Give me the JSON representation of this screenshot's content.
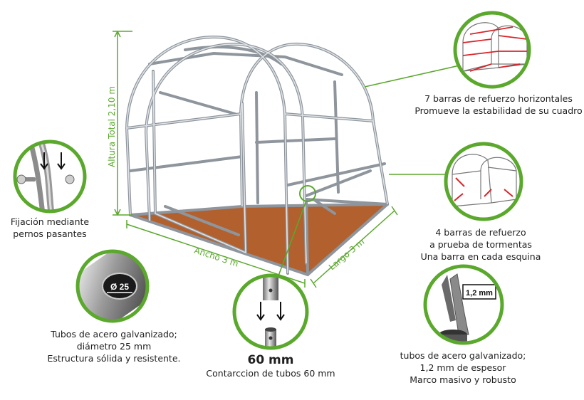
{
  "dimensions": {
    "height_label": "Altura Total 2,10 m",
    "width_label": "Ancho 3 m",
    "length_label": "Largo 3 m"
  },
  "features": {
    "horizontal_bars": {
      "line1": "7 barras de refuerzo horizontales",
      "line2": "Promueve la estabilidad de su cuadro"
    },
    "storm_bars": {
      "line1": "4 barras de refuerzo",
      "line2": "a prueba de tormentas",
      "line3": "Una barra en cada esquina"
    },
    "bolts": {
      "line1": "Fijación mediante",
      "line2": "pernos pasantes"
    },
    "tube_diameter": {
      "badge": "Ø 25",
      "line1": "Tubos de acero galvanizado;",
      "line2": "diámetro 25 mm",
      "line3": "Estructura sólida y resistente."
    },
    "contraction": {
      "title": "60 mm",
      "line1": "Contarccion de tubos 60 mm"
    },
    "thickness": {
      "badge": "1,2 mm",
      "line1": "tubos de acero galvanizado;",
      "line2": "1,2 mm de espesor",
      "line3": "Marco masivo y robusto"
    }
  },
  "colors": {
    "accent_green": "#5aa82c",
    "floor_brown": "#b2602d",
    "frame_grey": "#c8cdd2",
    "reinforcement_red": "#d9252a"
  }
}
